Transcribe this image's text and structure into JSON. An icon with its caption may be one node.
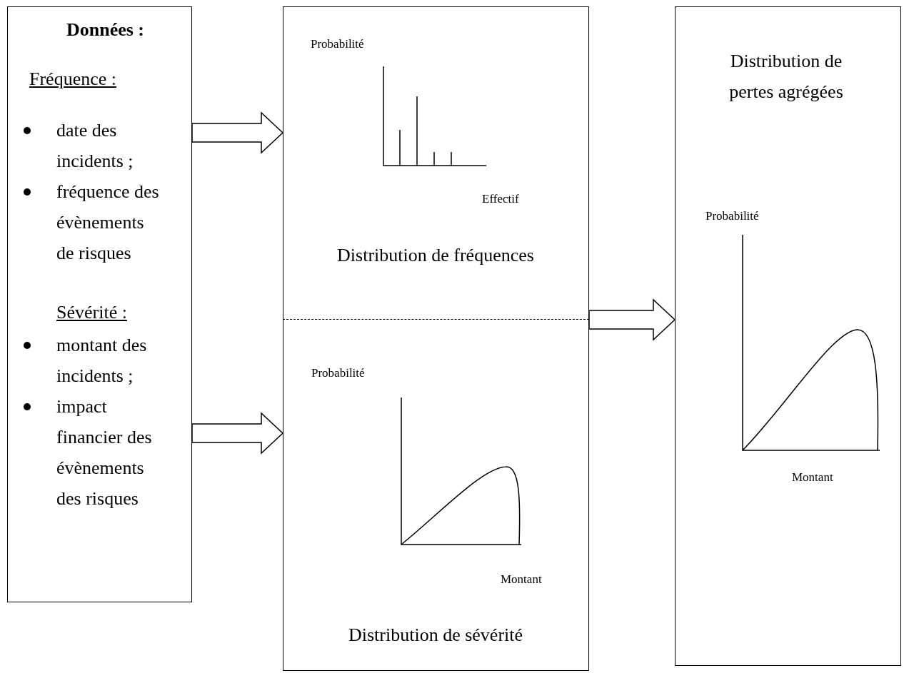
{
  "diagram": {
    "nodes": [
      {
        "text": [
          "Données :",
          "Fréquence :",
          "date des incidents ;",
          "fréquence des évènements de risques",
          "Sévérité :",
          "montant des incidents ;",
          "impact financier des évènements des risques"
        ]
      },
      {
        "text": [],
        "shape": "box"
      },
      {
        "text": [
          "Distribution de fréquences"
        ],
        "in": 1
      },
      {
        "text": [
          "Distribution de sévérité"
        ],
        "in": 1
      },
      {
        "text": [
          "Distribution de pertes agrégées"
        ]
      }
    ],
    "edges": [
      {
        "from": 0,
        "to": 2,
        "arrow": "to"
      },
      {
        "from": 0,
        "to": 3,
        "arrow": "to"
      },
      {
        "from": 1,
        "to": 4,
        "arrow": "to"
      }
    ],
    "labels": [
      "Probabilité",
      "Effectif",
      "Probabilité",
      "Montant",
      "Probabilité",
      "Montant"
    ]
  }
}
